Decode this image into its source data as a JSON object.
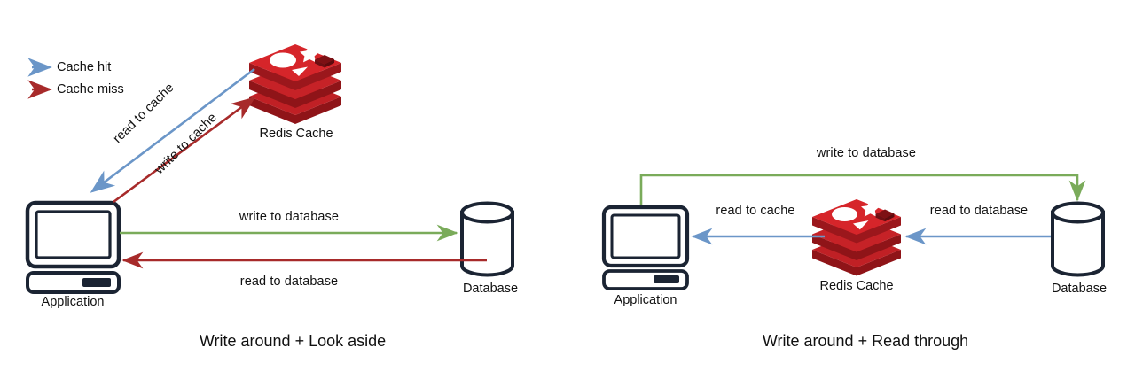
{
  "diagram": {
    "title_left": "Write around + Look aside",
    "title_right": "Write around + Read through",
    "colors": {
      "cache_hit": "#6b96c8",
      "cache_miss": "#a72a2a",
      "write_db": "#7aab5a",
      "read_db": "#a72a2a",
      "read_cache": "#6b96c8",
      "node_outline": "#1b2433",
      "redis_light": "#d6252a",
      "redis_mid": "#b81f24",
      "redis_dark": "#8f1418",
      "redis_square": "#7d1014",
      "text": "#111111"
    }
  },
  "legend": {
    "items": [
      {
        "label": "Cache hit",
        "color": "#6b96c8",
        "icon": "arrow-right-icon"
      },
      {
        "label": "Cache miss",
        "color": "#a72a2a",
        "icon": "arrow-right-icon"
      }
    ]
  },
  "left_panel": {
    "caption": "Write around + Look aside",
    "nodes": [
      {
        "id": "application",
        "label": "Application",
        "icon": "computer-icon"
      },
      {
        "id": "redis",
        "label": "Redis Cache",
        "icon": "redis-logo-icon"
      },
      {
        "id": "database",
        "label": "Database",
        "icon": "database-cylinder-icon"
      }
    ],
    "edges": [
      {
        "id": "read-to-cache",
        "label": "read to cache",
        "color": "#6b96c8",
        "from": "redis",
        "to": "application",
        "direction": "down-left"
      },
      {
        "id": "write-to-cache",
        "label": "write to cache",
        "color": "#a72a2a",
        "from": "application",
        "to": "redis",
        "direction": "up-right"
      },
      {
        "id": "write-to-database",
        "label": "write to database",
        "color": "#7aab5a",
        "from": "application",
        "to": "database",
        "direction": "right"
      },
      {
        "id": "read-to-database",
        "label": "read to database",
        "color": "#a72a2a",
        "from": "database",
        "to": "application",
        "direction": "left"
      }
    ]
  },
  "right_panel": {
    "caption": "Write around + Read through",
    "nodes": [
      {
        "id": "application",
        "label": "Application",
        "icon": "computer-icon"
      },
      {
        "id": "redis",
        "label": "Redis Cache",
        "icon": "redis-logo-icon"
      },
      {
        "id": "database",
        "label": "Database",
        "icon": "database-cylinder-icon"
      }
    ],
    "edges": [
      {
        "id": "write-to-database",
        "label": "write to database",
        "color": "#7aab5a",
        "from": "application",
        "to": "database",
        "direction": "over-the-top"
      },
      {
        "id": "read-to-cache",
        "label": "read to cache",
        "color": "#6b96c8",
        "from": "redis",
        "to": "application",
        "direction": "left"
      },
      {
        "id": "read-to-database",
        "label": "read to database",
        "color": "#6b96c8",
        "from": "database",
        "to": "redis",
        "direction": "left"
      }
    ]
  }
}
